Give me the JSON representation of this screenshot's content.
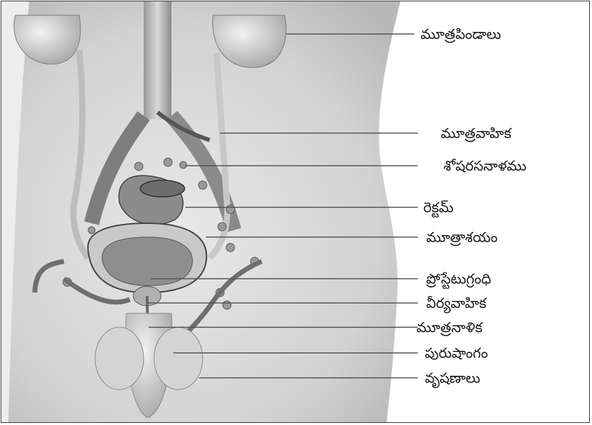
{
  "labels": [
    "మూత్రపిండాలు",
    "మూత్రవాహిక",
    "శోషరసనాళము",
    "రెక్టమ్",
    "మూత్రాశయం",
    "ప్రోస్టేటుగ్రంధి",
    "వీర్యవాహిక",
    "మూత్రనాళిక",
    "పురుషాంగం",
    "వృషణాలు"
  ]
}
